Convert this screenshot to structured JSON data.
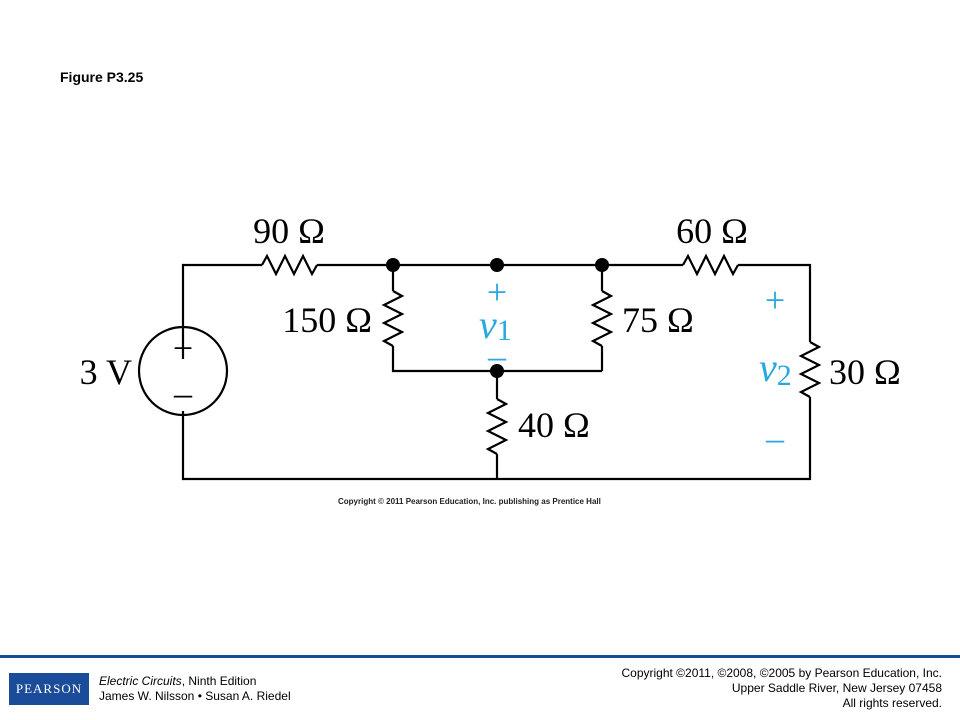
{
  "figure": {
    "title": "Figure P3.25",
    "copyright": "Copyright © 2011 Pearson Education, Inc. publishing as Prentice Hall"
  },
  "circuit": {
    "source": {
      "label": "3 V",
      "plus": "+",
      "minus": "–"
    },
    "resistors": {
      "r90": "90 Ω",
      "r60": "60 Ω",
      "r150": "150 Ω",
      "r75": "75 Ω",
      "r40": "40 Ω",
      "r30": "30 Ω"
    },
    "v1": {
      "label": "v",
      "subscript": "1",
      "plus": "+",
      "minus": "–"
    },
    "v2": {
      "label": "v",
      "subscript": "2",
      "plus": "+",
      "minus": "–"
    },
    "colors": {
      "wire": "#000000",
      "voltage_label": "#29a8df"
    }
  },
  "footer": {
    "logo": "PEARSON",
    "book_title": "Electric Circuits",
    "edition": ", Ninth Edition",
    "authors": "James W. Nilsson • Susan A. Riedel",
    "copyright_line1": "Copyright ©2011, ©2008, ©2005 by Pearson Education, Inc.",
    "copyright_line2": "Upper Saddle River, New Jersey 07458",
    "copyright_line3": "All rights reserved."
  }
}
